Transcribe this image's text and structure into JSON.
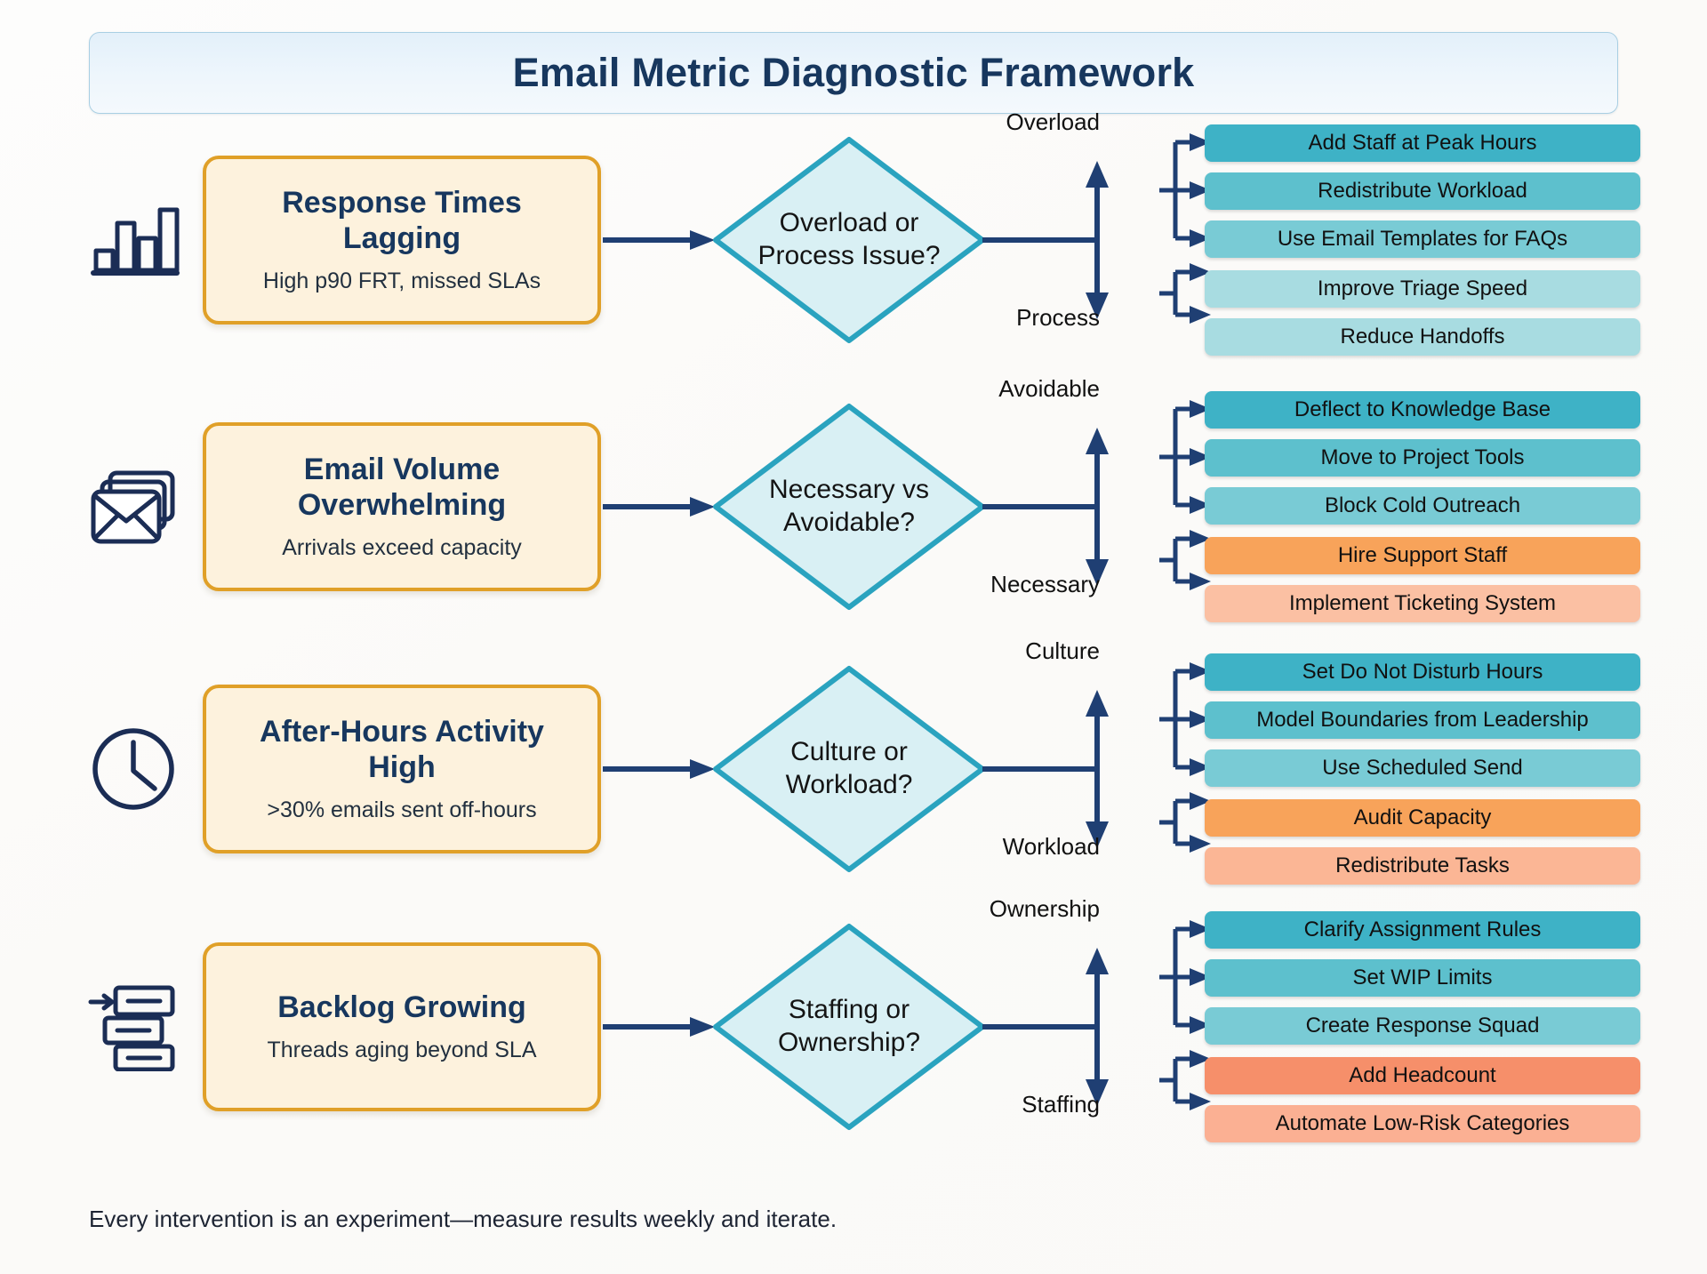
{
  "header": {
    "title": "Email Metric Diagnostic Framework"
  },
  "footer": {
    "note": "Every intervention is an experiment—measure results weekly and iterate."
  },
  "colors": {
    "title_text": "#17375e",
    "card_border": "#e0a028",
    "card_fill": "#fdf2dd",
    "diamond_border": "#2aa3bf",
    "diamond_fill": "#d9f0f4",
    "arrow": "#1f3f73",
    "teal_strong": "#3eb2c6",
    "teal_mid": "#74c7d1",
    "teal_light": "#a8d9de",
    "orange_strong": "#f7a košice",
    "orange_mid": "#fbb679",
    "orange_light": "#fbc6a8"
  },
  "rows": [
    {
      "icon": "bar-chart-icon",
      "problem": {
        "title": "Response Times Lagging",
        "subtitle": "High p90 FRT, missed SLAs"
      },
      "decision": {
        "label": "Overload or Process Issue?"
      },
      "branches": [
        {
          "label": "Overload",
          "actions": [
            {
              "text": "Add Staff at Peak Hours",
              "color": "#3eb2c6"
            },
            {
              "text": "Redistribute Workload",
              "color": "#5dc0cd"
            },
            {
              "text": "Use Email Templates for FAQs",
              "color": "#79cbd5"
            }
          ]
        },
        {
          "label": "Process",
          "actions": [
            {
              "text": "Improve Triage Speed",
              "color": "#a8dce1"
            },
            {
              "text": "Reduce Handoffs",
              "color": "#a8dce1"
            }
          ]
        }
      ]
    },
    {
      "icon": "stacked-envelopes-icon",
      "problem": {
        "title": "Email Volume Overwhelming",
        "subtitle": "Arrivals exceed capacity"
      },
      "decision": {
        "label": "Necessary vs Avoidable?"
      },
      "branches": [
        {
          "label": "Avoidable",
          "actions": [
            {
              "text": "Deflect to Knowledge Base",
              "color": "#3eb2c6"
            },
            {
              "text": "Move to Project Tools",
              "color": "#5dc0cd"
            },
            {
              "text": "Block Cold Outreach",
              "color": "#79cbd5"
            }
          ]
        },
        {
          "label": "Necessary",
          "actions": [
            {
              "text": "Hire Support Staff",
              "color": "#f8a35a"
            },
            {
              "text": "Implement Ticketing System",
              "color": "#fbc0a3"
            }
          ]
        }
      ]
    },
    {
      "icon": "clock-icon",
      "problem": {
        "title": "After-Hours Activity High",
        "subtitle": ">30% emails sent off-hours"
      },
      "decision": {
        "label": "Culture or Workload?"
      },
      "branches": [
        {
          "label": "Culture",
          "actions": [
            {
              "text": "Set Do Not Disturb Hours",
              "color": "#3eb2c6"
            },
            {
              "text": "Model Boundaries from Leadership",
              "color": "#5dc0cd"
            },
            {
              "text": "Use Scheduled Send",
              "color": "#79cbd5"
            }
          ]
        },
        {
          "label": "Workload",
          "actions": [
            {
              "text": "Audit Capacity",
              "color": "#f8a35a"
            },
            {
              "text": "Redistribute Tasks",
              "color": "#fbb695"
            }
          ]
        }
      ]
    },
    {
      "icon": "backlog-icon",
      "problem": {
        "title": "Backlog Growing",
        "subtitle": "Threads aging beyond SLA"
      },
      "decision": {
        "label": "Staffing or Ownership?"
      },
      "branches": [
        {
          "label": "Ownership",
          "actions": [
            {
              "text": "Clarify Assignment Rules",
              "color": "#3eb2c6"
            },
            {
              "text": "Set WIP Limits",
              "color": "#5dc0cd"
            },
            {
              "text": "Create Response Squad",
              "color": "#79cbd5"
            }
          ]
        },
        {
          "label": "Staffing",
          "actions": [
            {
              "text": "Add Headcount",
              "color": "#f68f6a"
            },
            {
              "text": "Automate Low-Risk Categories",
              "color": "#fbb093"
            }
          ]
        }
      ]
    }
  ]
}
